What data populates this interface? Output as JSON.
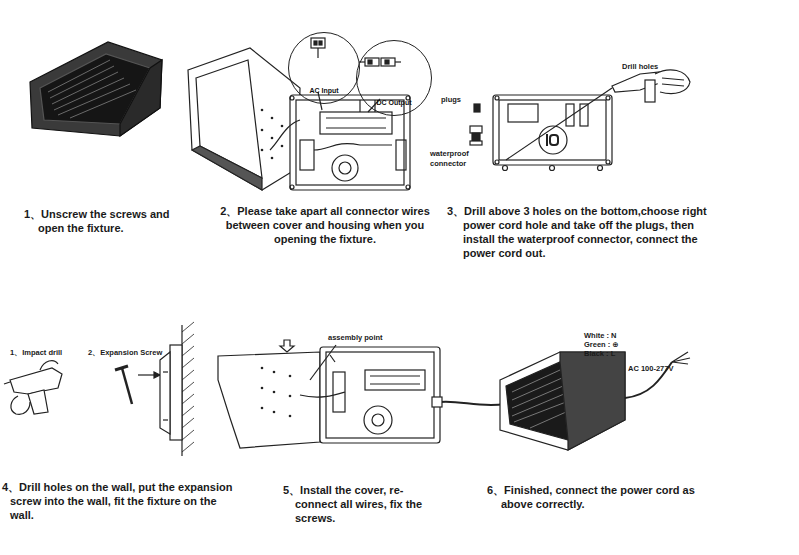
{
  "diagram": {
    "nodes": [
      {
        "text": [
          "AC Input"
        ]
      },
      {
        "text": [
          "DC Output"
        ]
      }
    ],
    "labels": [
      "1、Unscrew the screws and open the fixture.",
      "2、Please take apart all connector wires between cover and housing when you opening the fixture.",
      "3、Drill above 3 holes on the bottom,choose right power cord hole and take off the plugs, then install the waterproof connector, connect the power cord out.",
      "Drill holes",
      "plugs",
      "waterproof connector",
      "1、Impact drill",
      "2、Expansion Screw",
      "assembly point",
      "White : N",
      "Green : ⊕",
      "Black : L",
      "AC 100-277V",
      "4、Drill holes on the wall, put the expansion screw into the wall, fit the fixture on the wall.",
      "5、Install the cover, re-connect all wires, fix the screws.",
      "6、Finished, connect the power cord as above correctly."
    ]
  }
}
